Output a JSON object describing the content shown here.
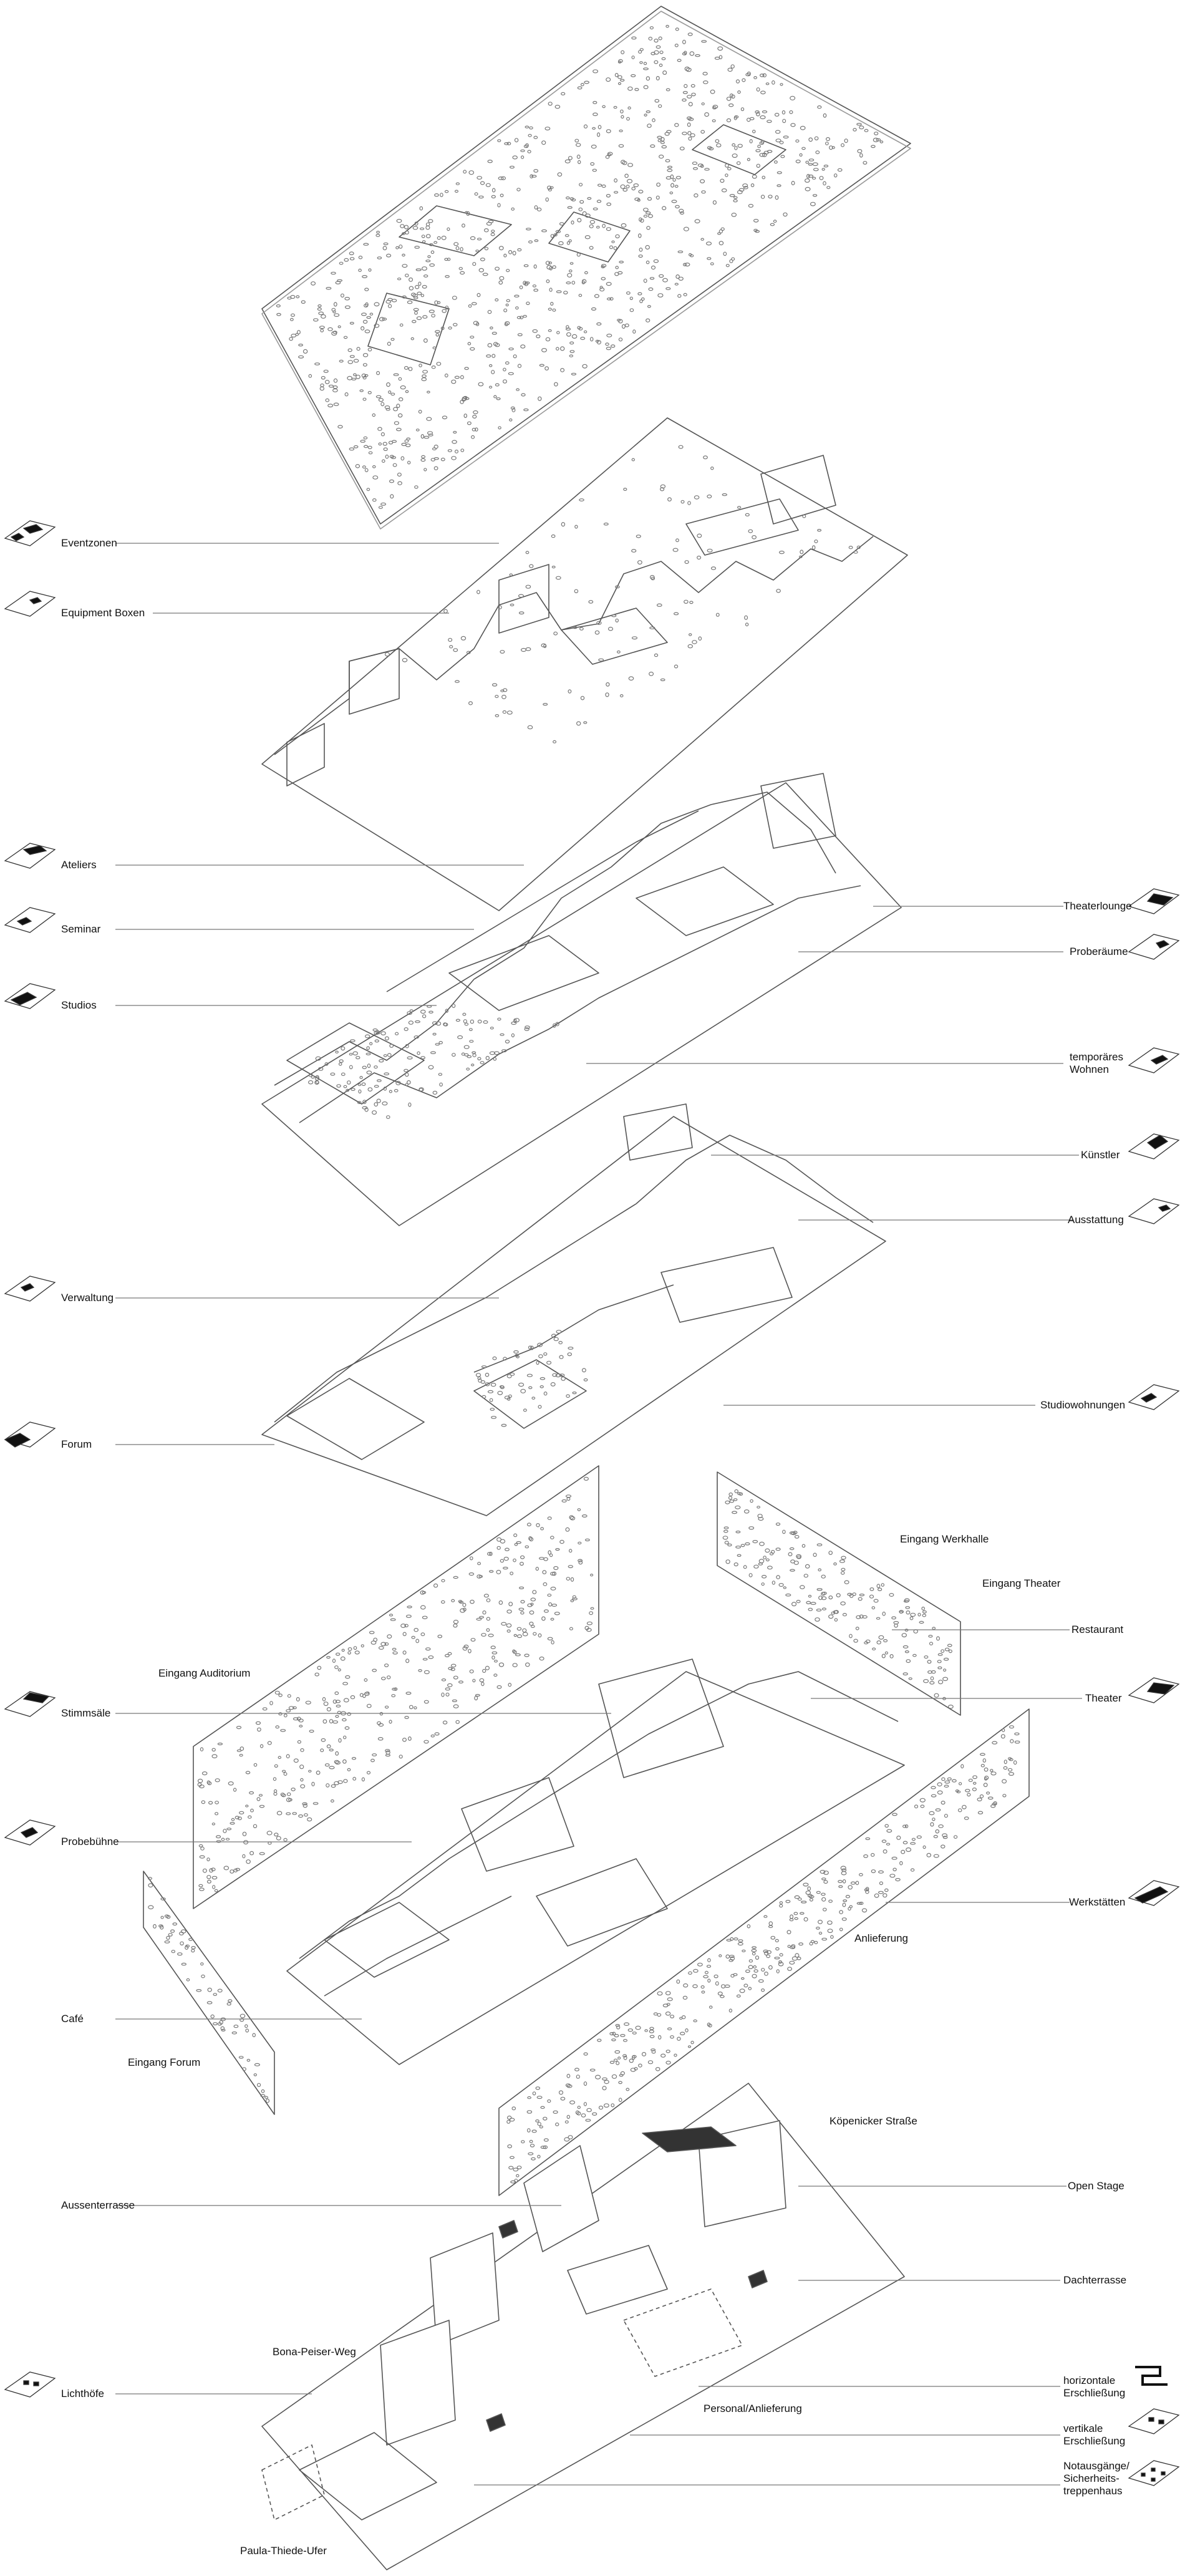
{
  "diagram": {
    "left_labels": [
      {
        "id": "eventzonen",
        "text": "Eventzonen"
      },
      {
        "id": "equipment-boxen",
        "text": "Equipment Boxen"
      },
      {
        "id": "ateliers",
        "text": "Ateliers"
      },
      {
        "id": "seminar",
        "text": "Seminar"
      },
      {
        "id": "studios",
        "text": "Studios"
      },
      {
        "id": "verwaltung",
        "text": "Verwaltung"
      },
      {
        "id": "forum",
        "text": "Forum"
      },
      {
        "id": "stimmsaele",
        "text": "Stimmsäle"
      },
      {
        "id": "probebuehne",
        "text": "Probebühne"
      },
      {
        "id": "cafe",
        "text": "Café"
      },
      {
        "id": "aussenterrasse",
        "text": "Aussenterrasse"
      },
      {
        "id": "lichthoefe",
        "text": "Lichthöfe"
      }
    ],
    "right_labels": [
      {
        "id": "theaterlounge",
        "text": "Theaterlounge"
      },
      {
        "id": "probeaeume",
        "text": "Proberäume"
      },
      {
        "id": "temporaeres-wohnen",
        "text": "temporäres\nWohnen"
      },
      {
        "id": "kuenstler",
        "text": "Künstler"
      },
      {
        "id": "ausstattung",
        "text": "Ausstattung"
      },
      {
        "id": "studiowohnungen",
        "text": "Studiowohnungen"
      },
      {
        "id": "restaurant",
        "text": "Restaurant"
      },
      {
        "id": "theater",
        "text": "Theater"
      },
      {
        "id": "werkstaetten",
        "text": "Werkstätten"
      },
      {
        "id": "open-stage",
        "text": "Open Stage"
      },
      {
        "id": "dachterrasse",
        "text": "Dachterrasse"
      },
      {
        "id": "horizontale-erschliessung",
        "text": "horizontale\nErschließung"
      },
      {
        "id": "vertikale-erschliessung",
        "text": "vertikale\nErschließung"
      },
      {
        "id": "notausgaenge",
        "text": "Notausgänge/\nSicherheits-\ntreppenhaus"
      }
    ],
    "inline_labels": [
      {
        "id": "eingang-werkhalle",
        "text": "Eingang Werkhalle"
      },
      {
        "id": "eingang-theater",
        "text": "Eingang Theater"
      },
      {
        "id": "eingang-auditorium",
        "text": "Eingang Auditorium"
      },
      {
        "id": "anlieferung",
        "text": "Anlieferung"
      },
      {
        "id": "eingang-forum",
        "text": "Eingang Forum"
      },
      {
        "id": "koepenicker-strasse",
        "text": "Köpenicker Straße"
      },
      {
        "id": "bona-peiser-weg",
        "text": "Bona-Peiser-Weg"
      },
      {
        "id": "personal-anlieferung",
        "text": "Personal/Anlieferung"
      },
      {
        "id": "paula-thiede-ufer",
        "text": "Paula-Thiede-Ufer"
      }
    ],
    "colors": {
      "line": "#555555",
      "ink": "#111111",
      "fill": "#ffffff",
      "dark": "#111111"
    }
  }
}
